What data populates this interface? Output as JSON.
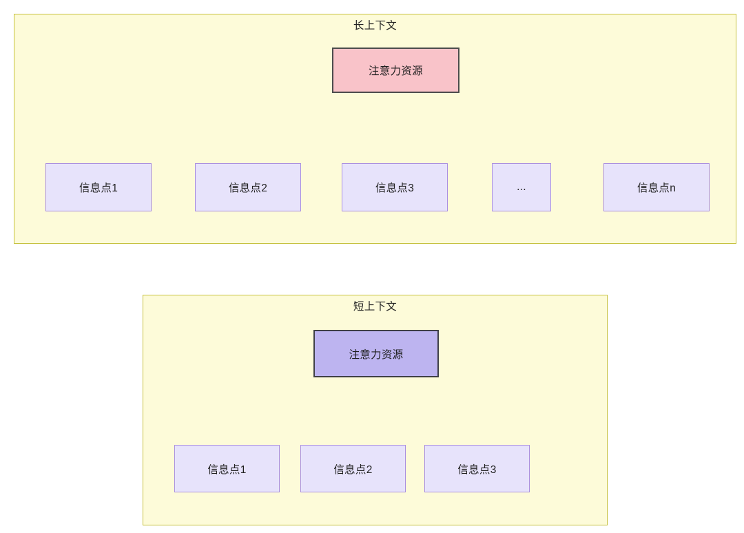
{
  "diagram": {
    "type": "flowchart",
    "background": "#ffffff",
    "colors": {
      "group_fill": "#fdfbd9",
      "group_border": "#c5c03a",
      "attention_long_fill": "#f9c3c9",
      "attention_long_border": "#4c4c4c",
      "attention_short_fill": "#bdb4f0",
      "attention_short_border": "#3f3f46",
      "info_fill": "#e7e3fb",
      "info_border": "#a98ee0",
      "edge": "#333333",
      "text": "#1f1f1f"
    },
    "groups": [
      {
        "id": "long",
        "title": "长上下文",
        "root": {
          "id": "long-attention",
          "label": "注意力资源"
        },
        "leaves": [
          {
            "id": "long-i1",
            "label": "信息点1"
          },
          {
            "id": "long-i2",
            "label": "信息点2"
          },
          {
            "id": "long-i3",
            "label": "信息点3"
          },
          {
            "id": "long-ellipsis",
            "label": "..."
          },
          {
            "id": "long-in",
            "label": "信息点n"
          }
        ],
        "edge_count": 5
      },
      {
        "id": "short",
        "title": "短上下文",
        "root": {
          "id": "short-attention",
          "label": "注意力资源"
        },
        "leaves": [
          {
            "id": "short-i1",
            "label": "信息点1"
          },
          {
            "id": "short-i2",
            "label": "信息点2"
          },
          {
            "id": "short-i3",
            "label": "信息点3"
          }
        ],
        "edge_count": 3
      }
    ]
  }
}
